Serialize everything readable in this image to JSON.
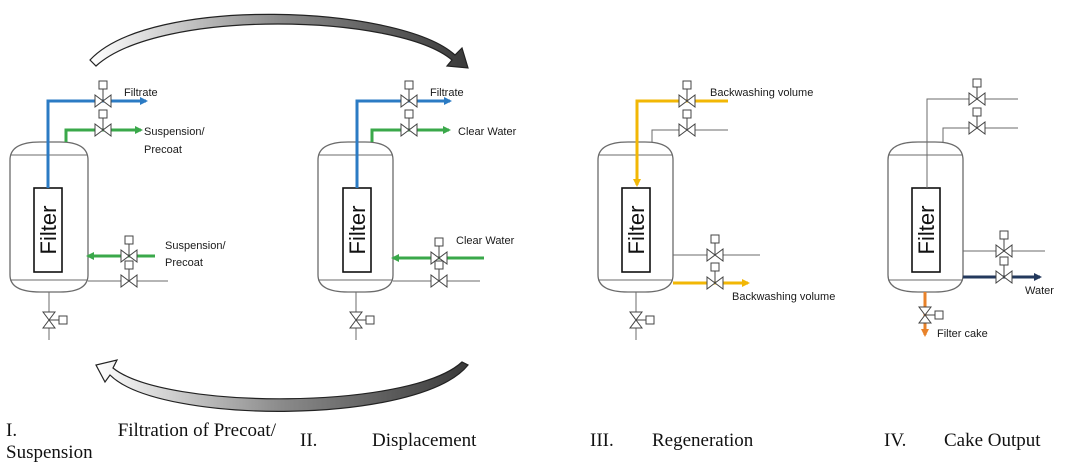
{
  "colors": {
    "blue": "#2b7bc4",
    "green": "#3aa84a",
    "yellow": "#f2b705",
    "orange": "#e8822a",
    "navy": "#23395d",
    "line": "#6b6b6b"
  },
  "filter_label": "Filter",
  "stages": [
    {
      "id": "I",
      "labels": {
        "top": "Filtrate",
        "mid_line1": "Suspension/",
        "mid_line2": "Precoat",
        "low_line1": "Suspension/",
        "low_line2": "Precoat"
      },
      "caption_num": "I.",
      "caption_text_line1": "Filtration of Precoat/",
      "caption_text_line2": "Suspension"
    },
    {
      "id": "II",
      "labels": {
        "top": "Filtrate",
        "mid": "Clear Water",
        "low": "Clear Water"
      },
      "caption_num": "II.",
      "caption_text": "Displacement"
    },
    {
      "id": "III",
      "labels": {
        "top": "Backwashing volume",
        "bottom": "Backwashing volume"
      },
      "caption_num": "III.",
      "caption_text": "Regeneration"
    },
    {
      "id": "IV",
      "labels": {
        "water": "Water",
        "cake": "Filter cake"
      },
      "caption_num": "IV.",
      "caption_text": "Cake Output"
    }
  ]
}
